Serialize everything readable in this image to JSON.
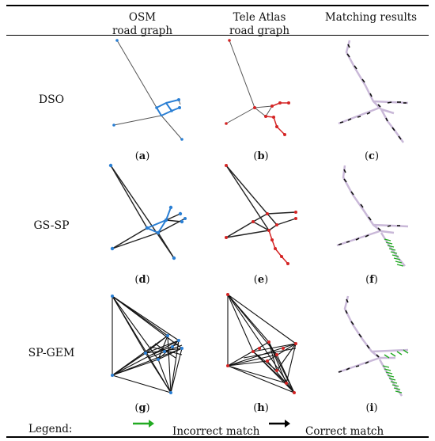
{
  "headers": [
    {
      "line1": "OSM",
      "line2": "road graph"
    },
    {
      "line1": "Tele Atlas",
      "line2": "road graph"
    },
    {
      "line1": "Matching results",
      "line2": ""
    }
  ],
  "rows": [
    {
      "label": "DSO",
      "captions": [
        "a",
        "b",
        "c"
      ]
    },
    {
      "label": "GS-SP",
      "captions": [
        "d",
        "e",
        "f"
      ]
    },
    {
      "label": "SP-GEM",
      "captions": [
        "g",
        "h",
        "i"
      ]
    }
  ],
  "legend": {
    "title": "Legend:",
    "incorrect": "Incorrect match",
    "correct": "Correct match",
    "incorrect_color": "#22aa22",
    "correct_color": "#000000"
  },
  "colors": {
    "osm_node": "#2a7fd4",
    "tele_node": "#d42424",
    "edge": "#555555",
    "match_path": "#c9b8d8",
    "match_arrow": "#111111"
  }
}
